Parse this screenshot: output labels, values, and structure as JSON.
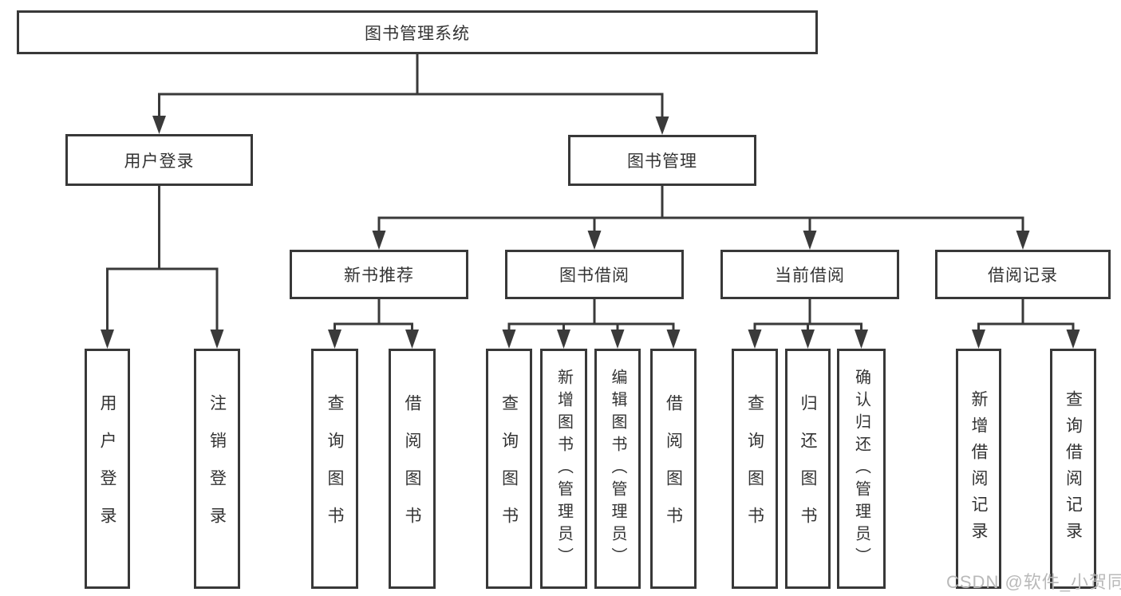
{
  "diagram": {
    "title": "图书管理系统",
    "root": {
      "label": "图书管理系统"
    },
    "level2": [
      {
        "label": "用户登录"
      },
      {
        "label": "图书管理"
      }
    ],
    "level3": [
      {
        "label": "新书推荐"
      },
      {
        "label": "图书借阅"
      },
      {
        "label": "当前借阅"
      },
      {
        "label": "借阅记录"
      }
    ],
    "leaves": {
      "user_login": [
        "用户登录",
        "注销登录"
      ],
      "new_book": [
        "查询图书",
        "借阅图书"
      ],
      "book_borrow": [
        "查询图书",
        "新增图书（管理员）",
        "编辑图书（管理员）",
        "借阅图书"
      ],
      "current_borrow": [
        "查询图书",
        "归还图书",
        "确认归还（管理员）"
      ],
      "borrow_record": [
        "新增借阅记录",
        "查询借阅记录"
      ]
    },
    "watermark": "CSDN @软件_小贺同学",
    "colors": {
      "line": "#3a3a3a",
      "border": "#383838",
      "text": "#333333",
      "watermark": "#b9b9b9",
      "background": "#ffffff"
    }
  }
}
